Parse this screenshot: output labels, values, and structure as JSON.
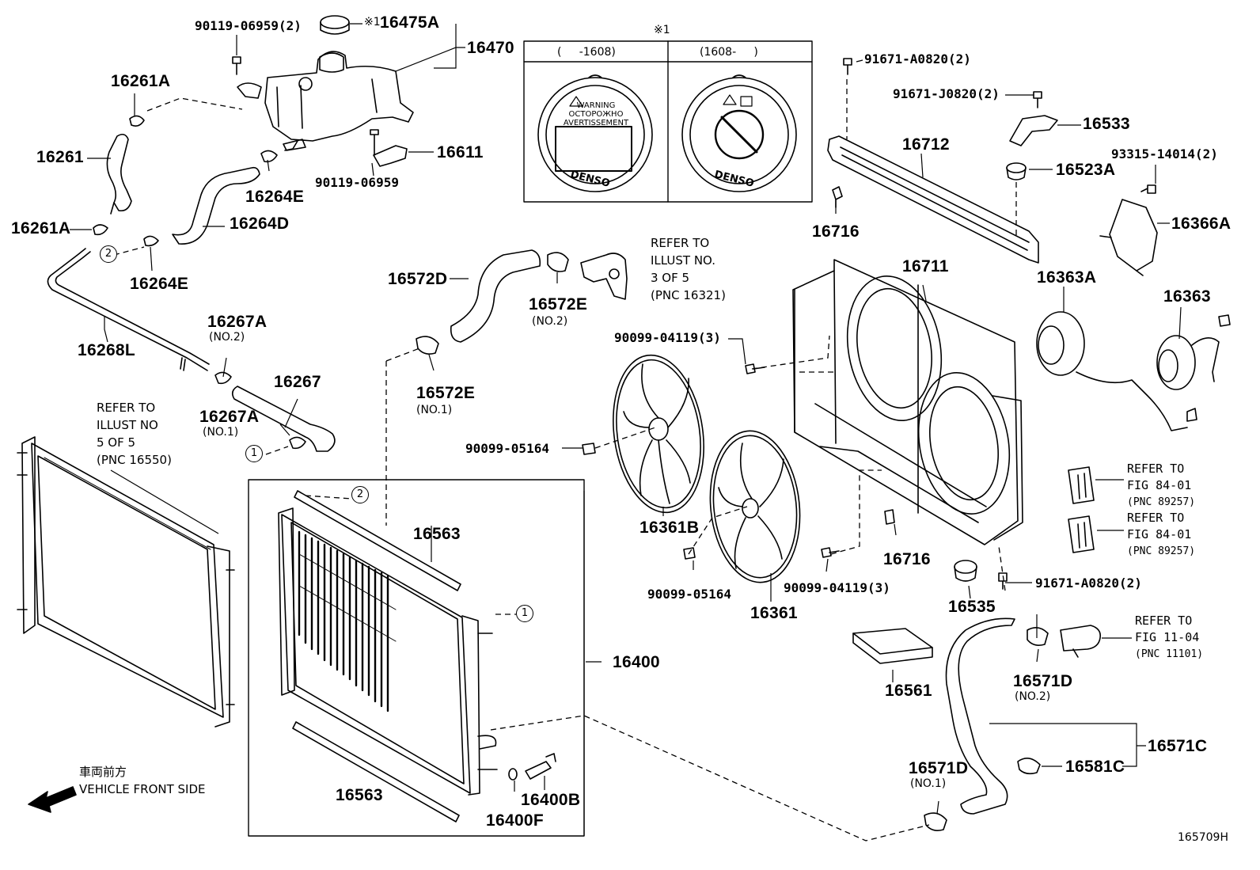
{
  "labels": {
    "p90119_06959_2": "90119-06959(2)",
    "note1_mark": "※1",
    "p16475A": "16475A",
    "p16470": "16470",
    "p16261A_top": "16261A",
    "p16261": "16261",
    "p16261A_left": "16261A",
    "p16264E_top": "16264E",
    "p16264D": "16264D",
    "p16264E_bot": "16264E",
    "p16611": "16611",
    "p90119_06959": "90119-06959",
    "p16268L": "16268L",
    "p16267A_no2": "16267A",
    "p16267A_no2_sub": "(NO.2)",
    "p16267": "16267",
    "p16267A_no1": "16267A",
    "p16267A_no1_sub": "(NO.1)",
    "p16572D": "16572D",
    "p16572E_top": "16572E",
    "p16572E_top_sub": "(NO.2)",
    "p16572E_bot": "16572E",
    "p16572E_bot_sub": "(NO.1)",
    "p16563_top": "16563",
    "p16563_bot": "16563",
    "p16400": "16400",
    "p16400B": "16400B",
    "p16400F": "16400F",
    "p90099_04119_3_top": "90099-04119(3)",
    "p90099_05164_left": "90099-05164",
    "p16361B": "16361B",
    "p90099_05164_bot": "90099-05164",
    "p16361": "16361",
    "p90099_04119_3_bot": "90099-04119(3)",
    "p16711": "16711",
    "p16716_top": "16716",
    "p16716_bot": "16716",
    "p16712": "16712",
    "p91671_A0820_2_top": "91671-A0820(2)",
    "p91671_J0820_2": "91671-J0820(2)",
    "p16533": "16533",
    "p16523A": "16523A",
    "p93315_14014_2": "93315-14014(2)",
    "p16366A": "16366A",
    "p16363A": "16363A",
    "p16363": "16363",
    "p16535": "16535",
    "p91671_A0820_2_bot": "91671-A0820(2)",
    "p16561": "16561",
    "p16571D_top": "16571D",
    "p16571D_top_sub": "(NO.2)",
    "p16571D_bot": "16571D",
    "p16571D_bot_sub": "(NO.1)",
    "p16581C": "16581C",
    "p16571C": "16571C",
    "diagram_id": "165709H"
  },
  "refs": {
    "ref_16321": [
      "REFER TO",
      "ILLUST NO.",
      "3 OF 5",
      "(PNC 16321)"
    ],
    "ref_16550": [
      "REFER TO",
      "ILLUST NO",
      "5 OF 5",
      "(PNC 16550)"
    ],
    "ref_89257_a": [
      "REFER TO",
      "FIG 84-01",
      "(PNC 89257)"
    ],
    "ref_89257_b": [
      "REFER TO",
      "FIG 84-01",
      "(PNC 89257)"
    ],
    "ref_11101": [
      "REFER TO",
      "FIG 11-04",
      "(PNC 11101)"
    ]
  },
  "cap_inset": {
    "title": "※1",
    "col_left": "(     -1608)",
    "col_right": "(1608-     )",
    "cap_text_left": [
      "WARNING",
      "ОСТОРОЖНО",
      "AVERTISSEMENT"
    ],
    "cap_brand": "DENSO"
  },
  "callouts": {
    "one": "1",
    "two": "2"
  },
  "front": {
    "ja": "車両前方",
    "en": "VEHICLE FRONT SIDE"
  }
}
